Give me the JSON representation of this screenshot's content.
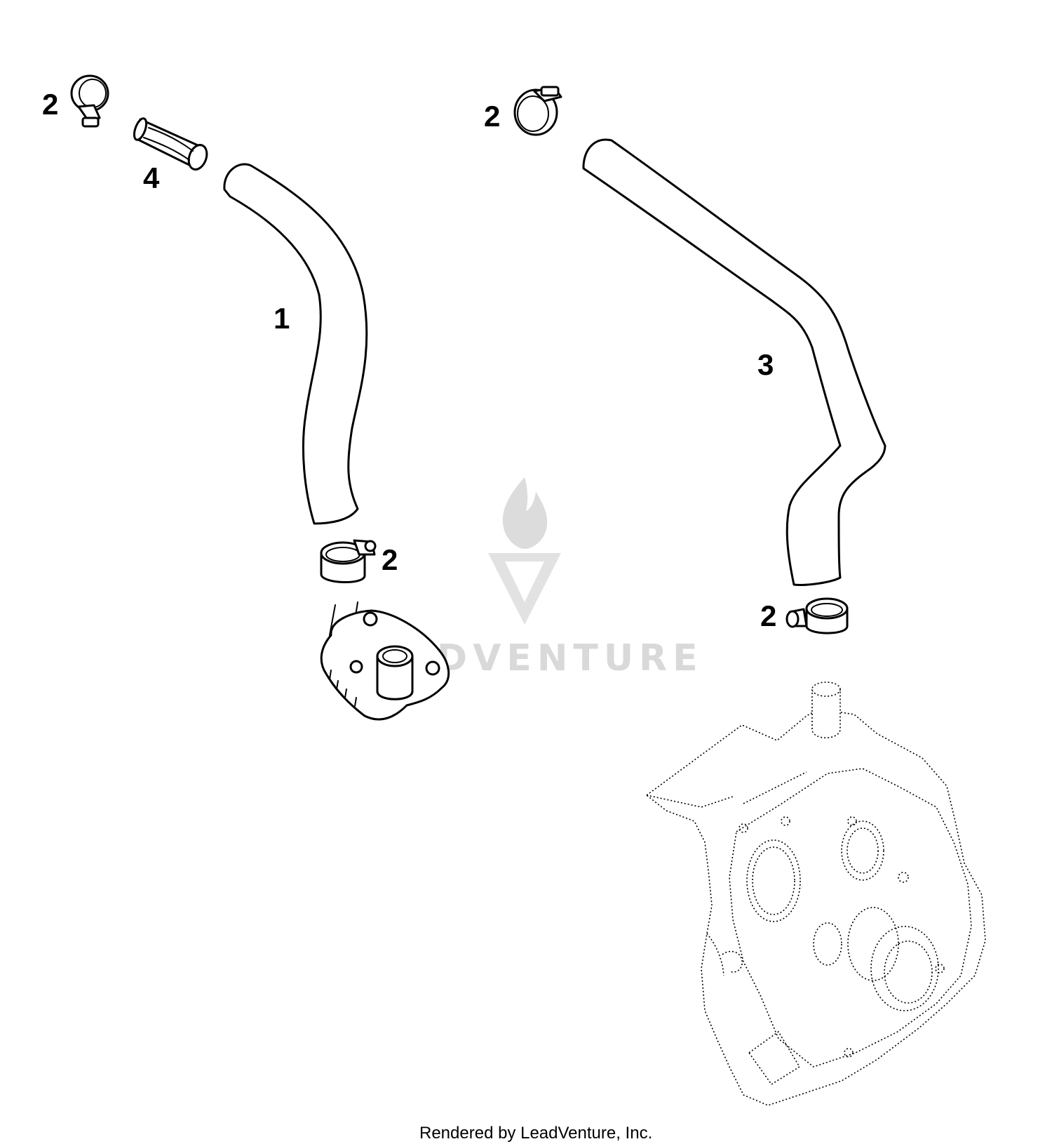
{
  "callouts": {
    "c1": "2",
    "c2": "4",
    "c3": "2",
    "c4": "1",
    "c5": "3",
    "c6": "2",
    "c7": "2"
  },
  "watermark": {
    "text": "LEADVENTURE"
  },
  "footer": {
    "text": "Rendered by LeadVenture, Inc."
  },
  "colors": {
    "line": "#000000",
    "watermark": "#d9d9d9",
    "background": "#ffffff"
  }
}
